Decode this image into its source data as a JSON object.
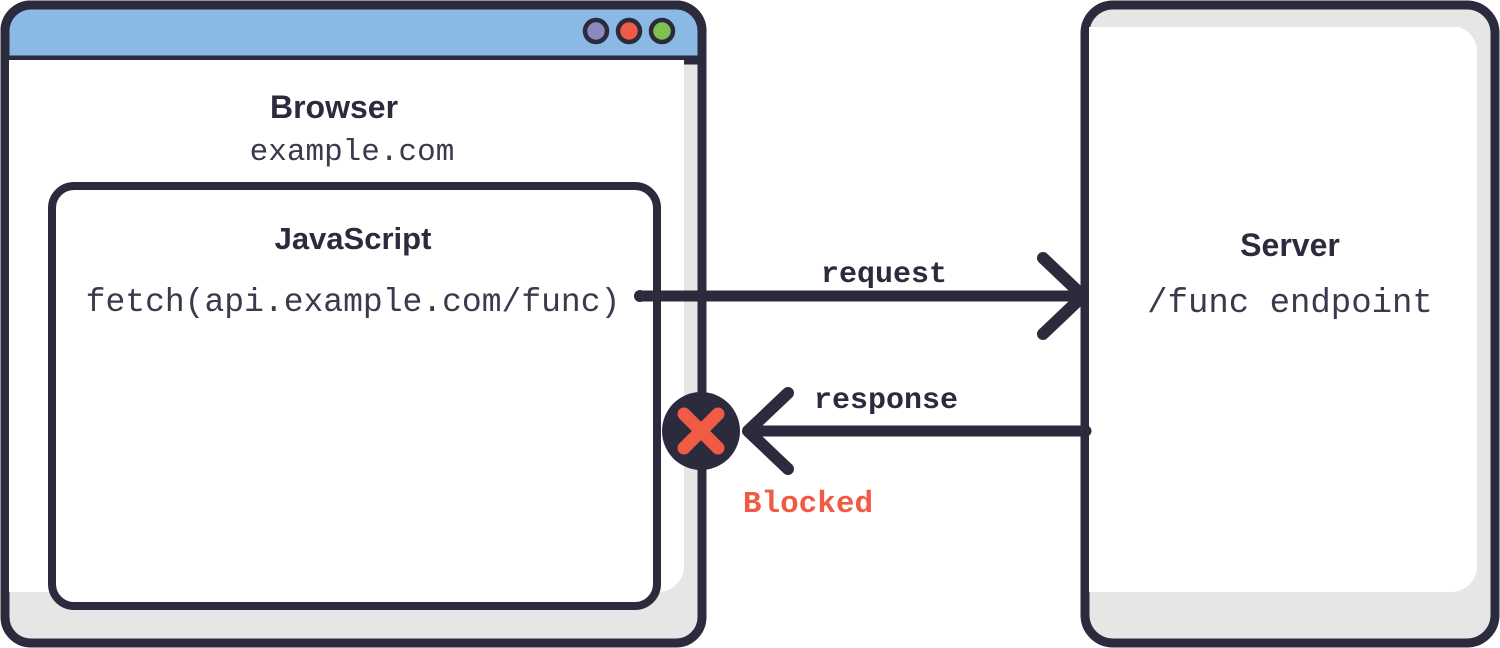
{
  "diagram": {
    "title": "CORS blocked cross-origin request",
    "colors": {
      "ink": "#2B2B3D",
      "shadow": "#E6E6E6",
      "panel": "#FFFFFF",
      "titlebar": "#8ABAE3",
      "danger": "#EF5B45",
      "dot_purple": "#8A8AC0",
      "dot_red": "#EF5B45",
      "dot_green": "#7FC04E"
    }
  },
  "browser": {
    "title": "Browser",
    "origin": "example.com",
    "window_dots": [
      "dot-purple",
      "dot-red",
      "dot-green"
    ],
    "js_box": {
      "title": "JavaScript",
      "code": "fetch(api.example.com/func)"
    }
  },
  "server": {
    "title": "Server",
    "endpoint": "/func endpoint"
  },
  "flows": [
    {
      "name": "request",
      "label": "request",
      "direction": "browser-to-server",
      "status": "allowed"
    },
    {
      "name": "response",
      "label": "response",
      "direction": "server-to-browser",
      "status": "blocked",
      "status_label": "Blocked",
      "status_icon": "x-circle-icon"
    }
  ]
}
